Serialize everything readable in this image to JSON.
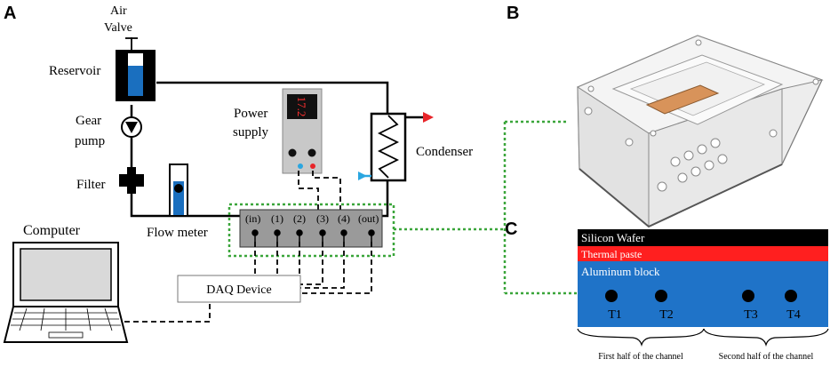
{
  "panels": {
    "a": "A",
    "b": "B",
    "c": "C"
  },
  "diagram_a": {
    "air_valve": "Air\nValve",
    "reservoir": "Reservoir",
    "gear_pump": "Gear\npump",
    "filter": "Filter",
    "flow_meter": "Flow meter",
    "power_supply": "Power\nsupply",
    "power_supply_display": "17.2",
    "condenser": "Condenser",
    "computer": "Computer",
    "daq_device": "DAQ Device",
    "ports": [
      "(in)",
      "(1)",
      "(2)",
      "(3)",
      "(4)",
      "(out)"
    ]
  },
  "diagram_c": {
    "layers": [
      "Silicon Wafer",
      "Thermal paste",
      "Aluminum block"
    ],
    "thermocouples": [
      "T1",
      "T2",
      "T3",
      "T4"
    ],
    "halves": [
      "First half of the channel",
      "Second half of the channel"
    ]
  },
  "colors": {
    "condenser_out_arrow": "#e8252a",
    "condenser_in_arrow": "#2aa6e0",
    "dashed_link": "#3aa53a",
    "wafer": "#000000",
    "thermal_paste": "#ff1f1f",
    "aluminum": "#1f73c8",
    "reservoir_fluid": "#1a6fbf"
  }
}
